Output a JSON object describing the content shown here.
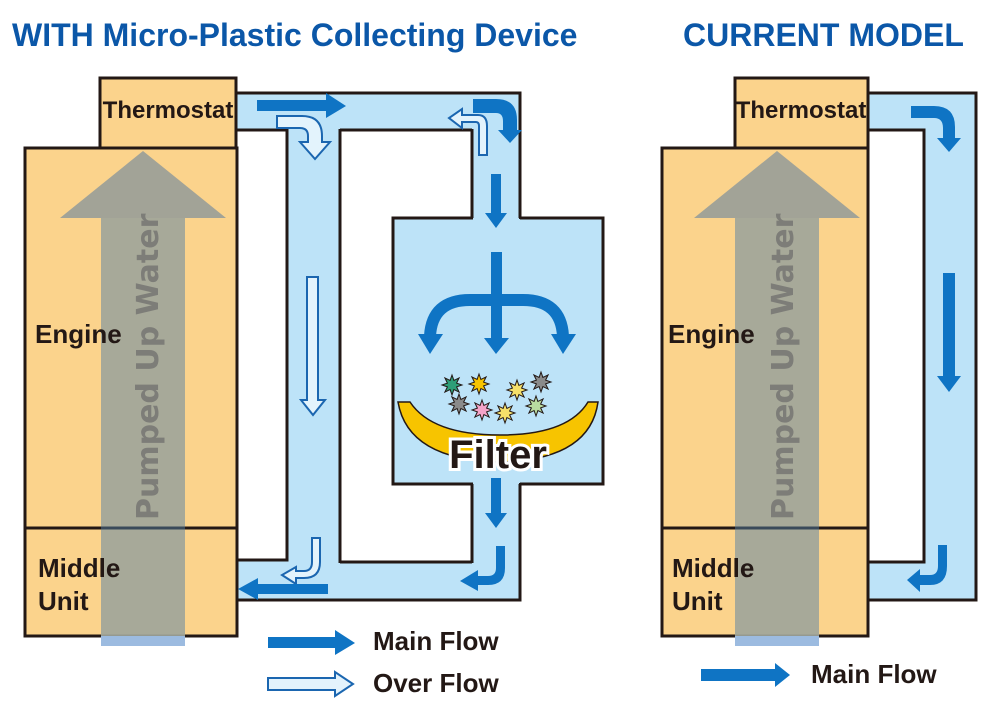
{
  "left_panel": {
    "title": "WITH Micro-Plastic Collecting Device",
    "thermostat_label": "Thermostat",
    "engine_label": "Engine",
    "pumped_label": "Pumped Up Water",
    "middle_label_line1": "Middle",
    "middle_label_line2": "Unit",
    "filter_label": "Filter",
    "legend": [
      {
        "icon": "main-flow-arrow",
        "label": "Main Flow"
      },
      {
        "icon": "over-flow-arrow",
        "label": "Over Flow"
      }
    ]
  },
  "right_panel": {
    "title": "CURRENT MODEL",
    "thermostat_label": "Thermostat",
    "engine_label": "Engine",
    "pumped_label": "Pumped Up Water",
    "middle_label_line1": "Middle",
    "middle_label_line2": "Unit",
    "legend": [
      {
        "icon": "main-flow-arrow",
        "label": "Main Flow"
      }
    ]
  },
  "colors": {
    "title": "#0b57a8",
    "engine_box": "#fbd38c",
    "pipe_water": "#bde3f8",
    "main_flow": "#0f74c4",
    "over_flow": "#e3f3fc",
    "pump_arrow": "#a2a397",
    "filter": "#f7c400"
  },
  "particles": [
    {
      "color": "#2e9e78"
    },
    {
      "color": "#f7c400"
    },
    {
      "color": "#f6e06a"
    },
    {
      "color": "#8a8a8a"
    },
    {
      "color": "#8a8a8a"
    },
    {
      "color": "#f4a3c8"
    },
    {
      "color": "#f6e06a"
    },
    {
      "color": "#b9dba0"
    }
  ]
}
